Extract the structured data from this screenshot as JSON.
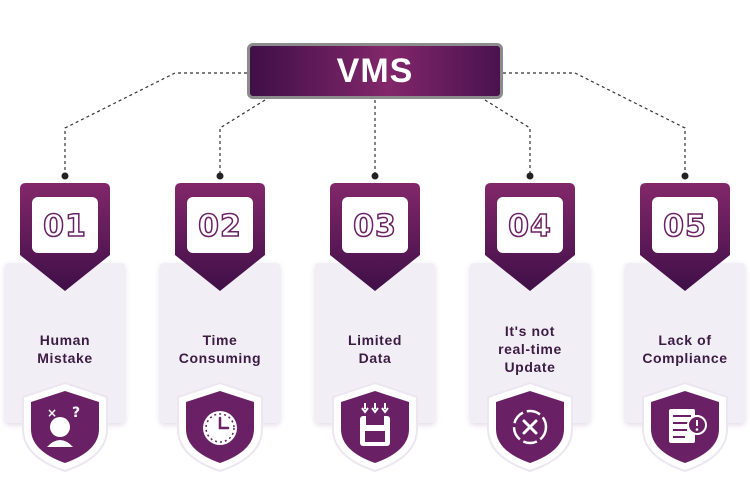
{
  "title": "VMS",
  "colors": {
    "primary_dark": "#3f0f48",
    "primary": "#82276a",
    "panel": "#f2eef6",
    "text": "#3b1c43"
  },
  "items": [
    {
      "number": "01",
      "label": "Human\nMistake",
      "icon": "confused-person-icon"
    },
    {
      "number": "02",
      "label": "Time\nConsuming",
      "icon": "clock-icon"
    },
    {
      "number": "03",
      "label": "Limited\nData",
      "icon": "floppy-disk-icon"
    },
    {
      "number": "04",
      "label": "It's not\nreal-time\nUpdate",
      "icon": "no-sync-icon"
    },
    {
      "number": "05",
      "label": "Lack of\nCompliance",
      "icon": "checklist-warning-icon"
    }
  ]
}
